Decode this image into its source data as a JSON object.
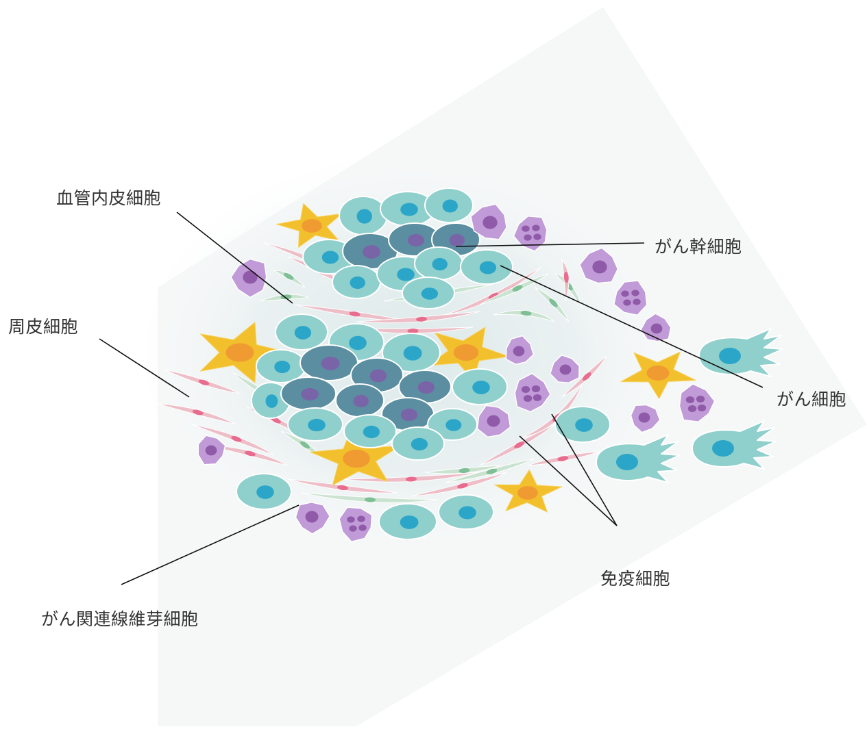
{
  "labels": {
    "endothelial": "血管内皮細胞",
    "pericyte": "周皮細胞",
    "caf": "がん関連線維芽細胞",
    "cancer_stem": "がん幹細胞",
    "cancer": "がん細胞",
    "immune": "免疫細胞"
  },
  "colors": {
    "cancer_cell": "#8fcfcc",
    "cancer_nucleus": "#2ba6c8",
    "stem_cell": "#5a8ea0",
    "stem_nucleus": "#7a64a8",
    "immune_cell": "#c19ad8",
    "immune_nucleus": "#8f5aa8",
    "caf_cell": "#f2c02c",
    "caf_nucleus": "#f09a32",
    "pericyte_cell": "#eebcc6",
    "pericyte_nucleus": "#e86c8e",
    "endothelial_cell": "#c9e3cf",
    "endothelial_nucleus": "#7fbf95",
    "leader_line": "#111111"
  }
}
